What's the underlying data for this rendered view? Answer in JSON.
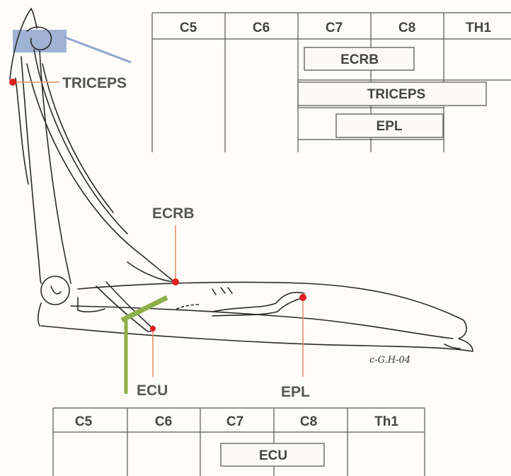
{
  "top_table": {
    "headers": [
      "C5",
      "C6",
      "C7",
      "C8",
      "TH1"
    ],
    "bars": [
      "ECRB",
      "TRICEPS",
      "EPL"
    ]
  },
  "bottom_table": {
    "headers": [
      "C5",
      "C6",
      "C7",
      "C8",
      "Th1"
    ],
    "bars": [
      "ECU"
    ]
  },
  "labels": {
    "triceps": "TRICEPS",
    "ecrb": "ECRB",
    "ecu": "ECU",
    "epl": "EPL"
  },
  "signature": "c-G.H-04",
  "colors": {
    "marker_red": "#e02020",
    "leader_orange": "#e8906a",
    "highlight_blue": "#8fa6cf",
    "cut_green": "#8db04a"
  }
}
